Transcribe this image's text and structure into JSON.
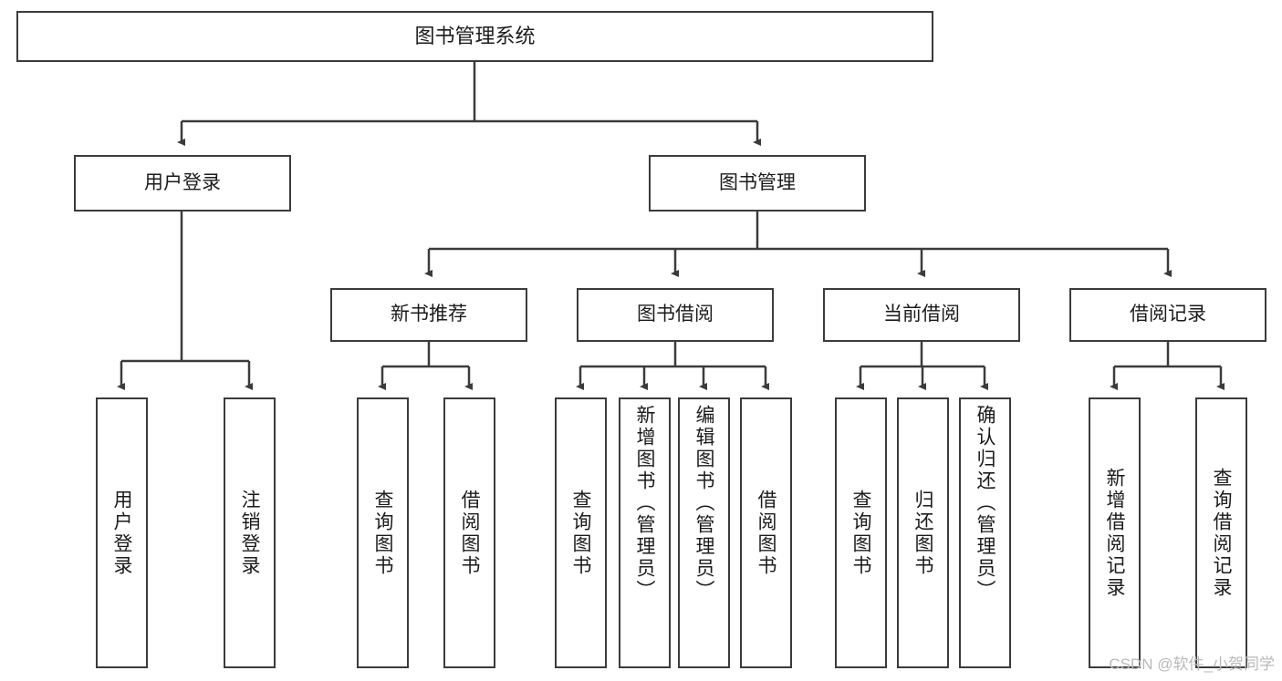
{
  "diagram": {
    "title": "图书管理系统",
    "type": "tree",
    "nodes": {
      "root": {
        "label": "图书管理系统",
        "level": 0
      },
      "l2": [
        {
          "id": "user-login",
          "label": "用户登录"
        },
        {
          "id": "book-management",
          "label": "图书管理"
        }
      ],
      "l3": [
        {
          "id": "new-book-recommend",
          "label": "新书推荐",
          "parent": "book-management"
        },
        {
          "id": "book-borrow",
          "label": "图书借阅",
          "parent": "book-management"
        },
        {
          "id": "current-borrow",
          "label": "当前借阅",
          "parent": "book-management"
        },
        {
          "id": "borrow-record",
          "label": "借阅记录",
          "parent": "book-management"
        }
      ],
      "leaves": [
        {
          "id": "leaf-user-login",
          "label": "用户登录",
          "parent": "user-login"
        },
        {
          "id": "leaf-logout",
          "label": "注销登录",
          "parent": "user-login"
        },
        {
          "id": "leaf-query-book-1",
          "label": "查询图书",
          "parent": "new-book-recommend"
        },
        {
          "id": "leaf-borrow-book-1",
          "label": "借阅图书",
          "parent": "new-book-recommend"
        },
        {
          "id": "leaf-query-book-2",
          "label": "查询图书",
          "parent": "book-borrow"
        },
        {
          "id": "leaf-add-book",
          "label": "新增图书（管理员）",
          "parent": "book-borrow"
        },
        {
          "id": "leaf-edit-book",
          "label": "编辑图书（管理员）",
          "parent": "book-borrow"
        },
        {
          "id": "leaf-borrow-book-2",
          "label": "借阅图书",
          "parent": "book-borrow"
        },
        {
          "id": "leaf-query-book-3",
          "label": "查询图书",
          "parent": "current-borrow"
        },
        {
          "id": "leaf-return-book",
          "label": "归还图书",
          "parent": "current-borrow"
        },
        {
          "id": "leaf-confirm-return",
          "label": "确认归还（管理员）",
          "parent": "current-borrow"
        },
        {
          "id": "leaf-add-record",
          "label": "新增借阅记录",
          "parent": "borrow-record"
        },
        {
          "id": "leaf-query-record",
          "label": "查询借阅记录",
          "parent": "borrow-record"
        }
      ]
    },
    "colors": {
      "stroke": "#3b3b3b",
      "text": "#1b1b1b",
      "background": "#ffffff",
      "watermark": "#b9b9b9"
    }
  },
  "watermark": {
    "text": "CSDN @软件_小贺同学"
  }
}
